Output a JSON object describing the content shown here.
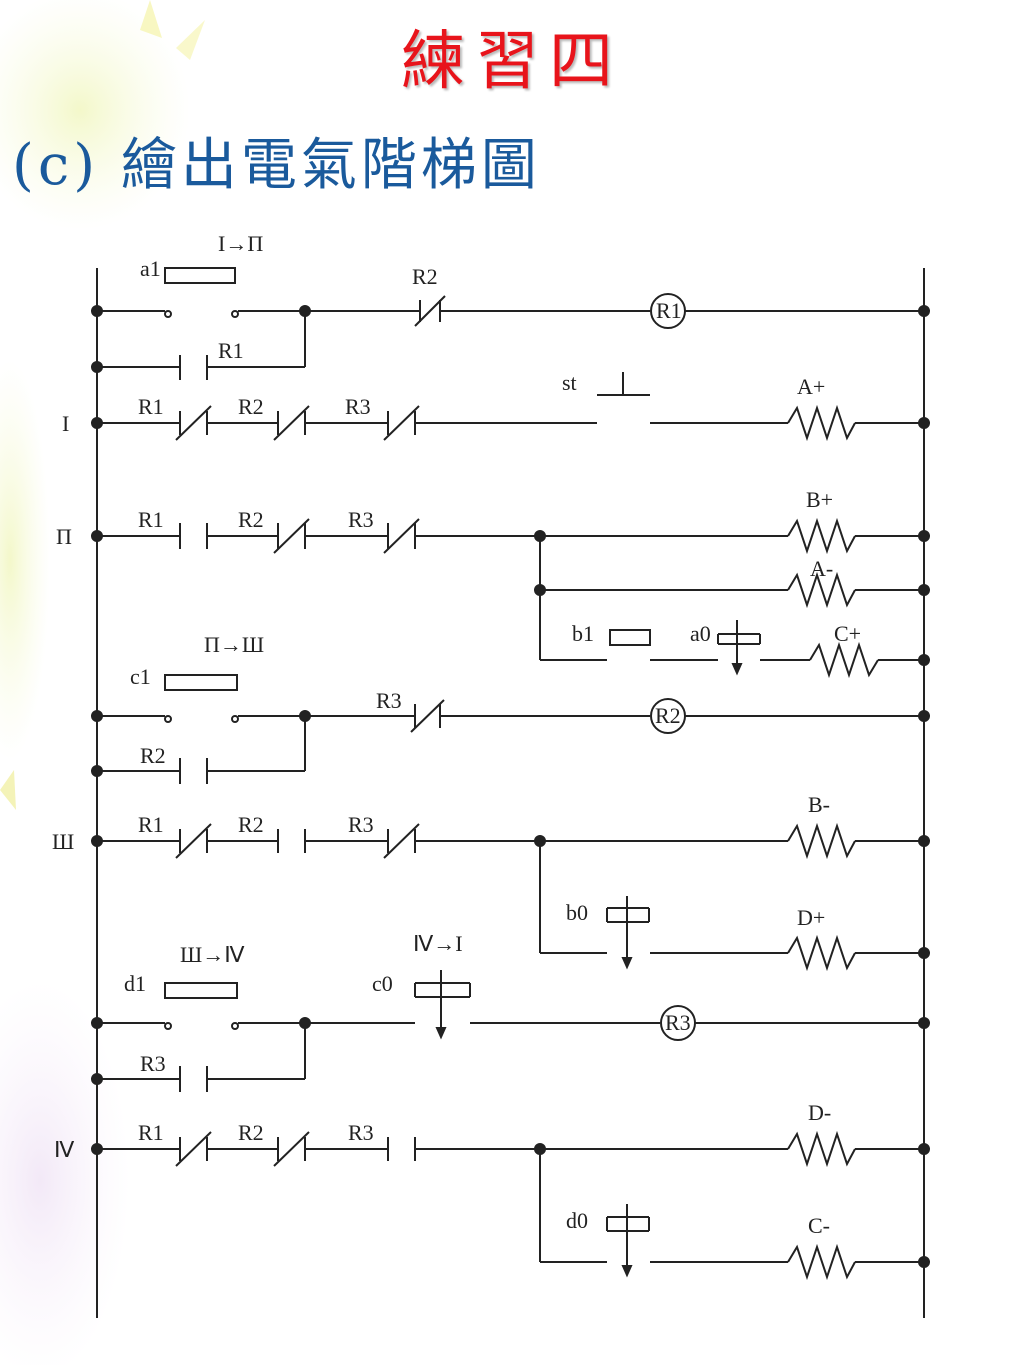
{
  "slide": {
    "title": "練習四",
    "subtitle": "(c) 繪出電氣階梯圖"
  },
  "colors": {
    "title": "#e8141b",
    "subtitle": "#1a5a9c",
    "line": "#222222",
    "bg_swirl": "#f4f8c8"
  },
  "labels": {
    "a1": "a1",
    "t_I_II": "I→Π",
    "R2_r1": "R2",
    "R1_coil": "R1",
    "R1_hold": "R1",
    "step_I": "I",
    "R1_r3": "R1",
    "R2_r3": "R2",
    "R3_r3": "R3",
    "st": "st",
    "A_plus": "A+",
    "step_II": "Π",
    "R1_r4": "R1",
    "R2_r4": "R2",
    "R3_r4": "R3",
    "B_plus": "B+",
    "A_minus": "A-",
    "b1": "b1",
    "a0": "a0",
    "C_plus": "C+",
    "c1": "c1",
    "t_II_III": "Π→Ш",
    "R3_r6": "R3",
    "R2_coil": "R2",
    "R2_hold": "R2",
    "step_III": "Ш",
    "R1_r8": "R1",
    "R2_r8": "R2",
    "R3_r8": "R3",
    "B_minus": "B-",
    "b0": "b0",
    "D_plus": "D+",
    "d1": "d1",
    "t_III_IV": "Ш→Ⅳ",
    "c0": "c0",
    "t_IV_I": "Ⅳ→I",
    "R3_coil": "R3",
    "R3_hold": "R3",
    "step_IV": "Ⅳ",
    "R1_r12": "R1",
    "R2_r12": "R2",
    "R3_r12": "R3",
    "D_minus": "D-",
    "d0": "d0",
    "C_minus": "C-"
  }
}
